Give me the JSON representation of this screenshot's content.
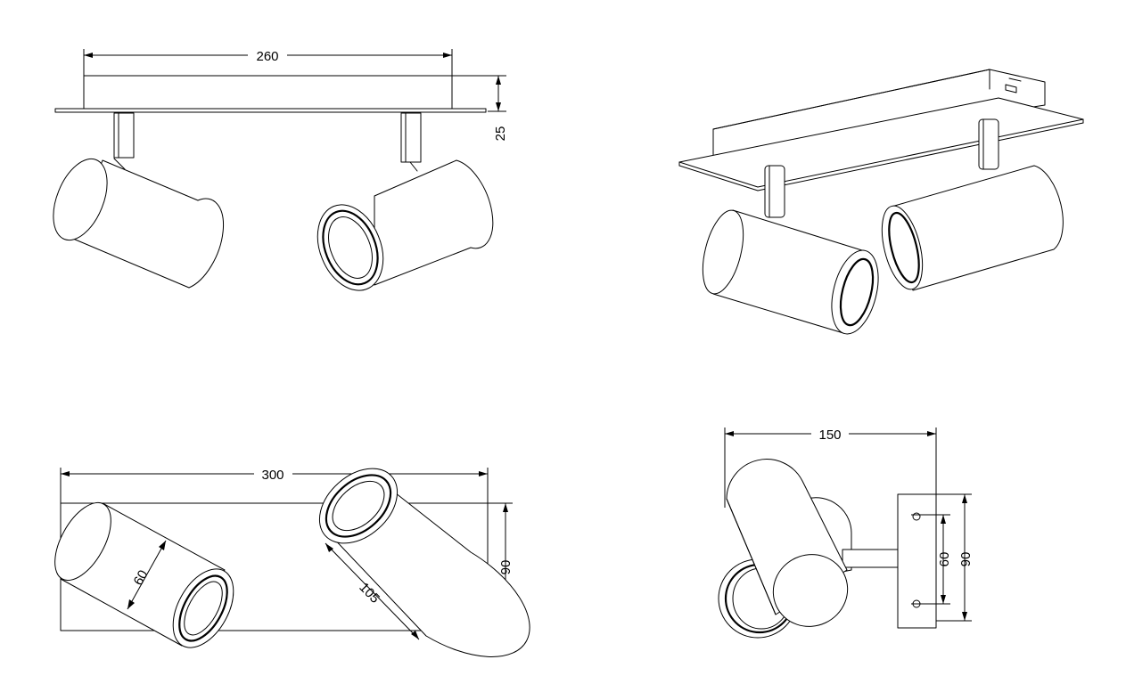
{
  "dimensions": {
    "top_view_width": "260",
    "top_view_height": "25",
    "bottom_view_width": "300",
    "bottom_view_height": "90",
    "spot_diameter": "60",
    "spot_length": "105",
    "side_view_width": "150",
    "side_plate_inner": "60",
    "side_plate_outer": "90"
  }
}
